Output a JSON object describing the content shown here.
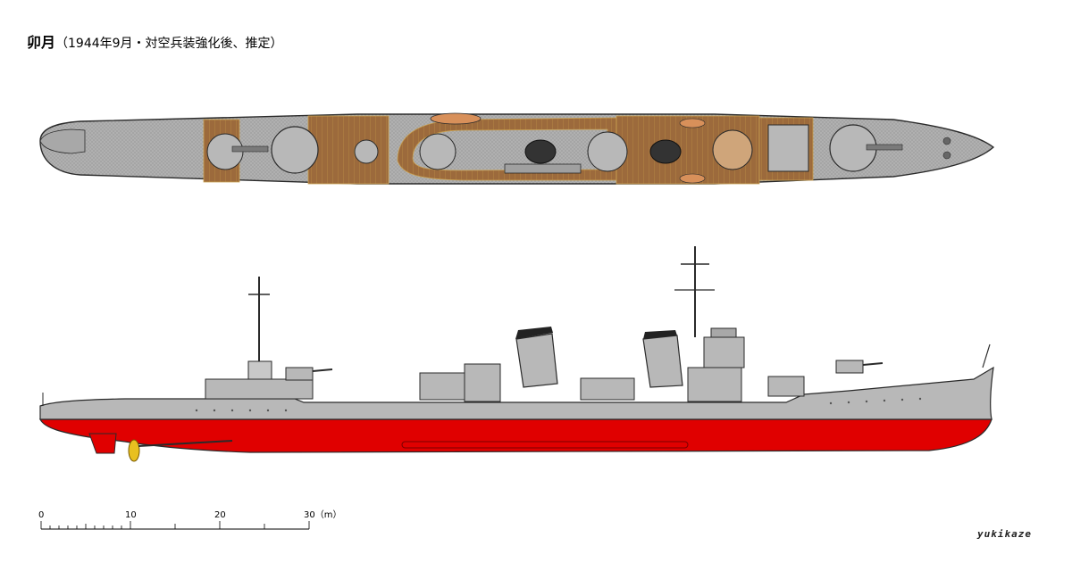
{
  "title": {
    "ship_name": "卯月",
    "subtitle": "（1944年9月・対空兵装強化後、推定）"
  },
  "scale_bar": {
    "ticks": [
      "0",
      "10",
      "20",
      "30（m）"
    ]
  },
  "signature": "yukikaze",
  "colors": {
    "hull_grey": "#b8b8b8",
    "deck_grey": "#a8a8a8",
    "linoleum": "#9c6a3c",
    "hull_red": "#e00000",
    "outline": "#2a2a2a",
    "propeller": "#e8c020",
    "funnel_top": "#222222"
  }
}
